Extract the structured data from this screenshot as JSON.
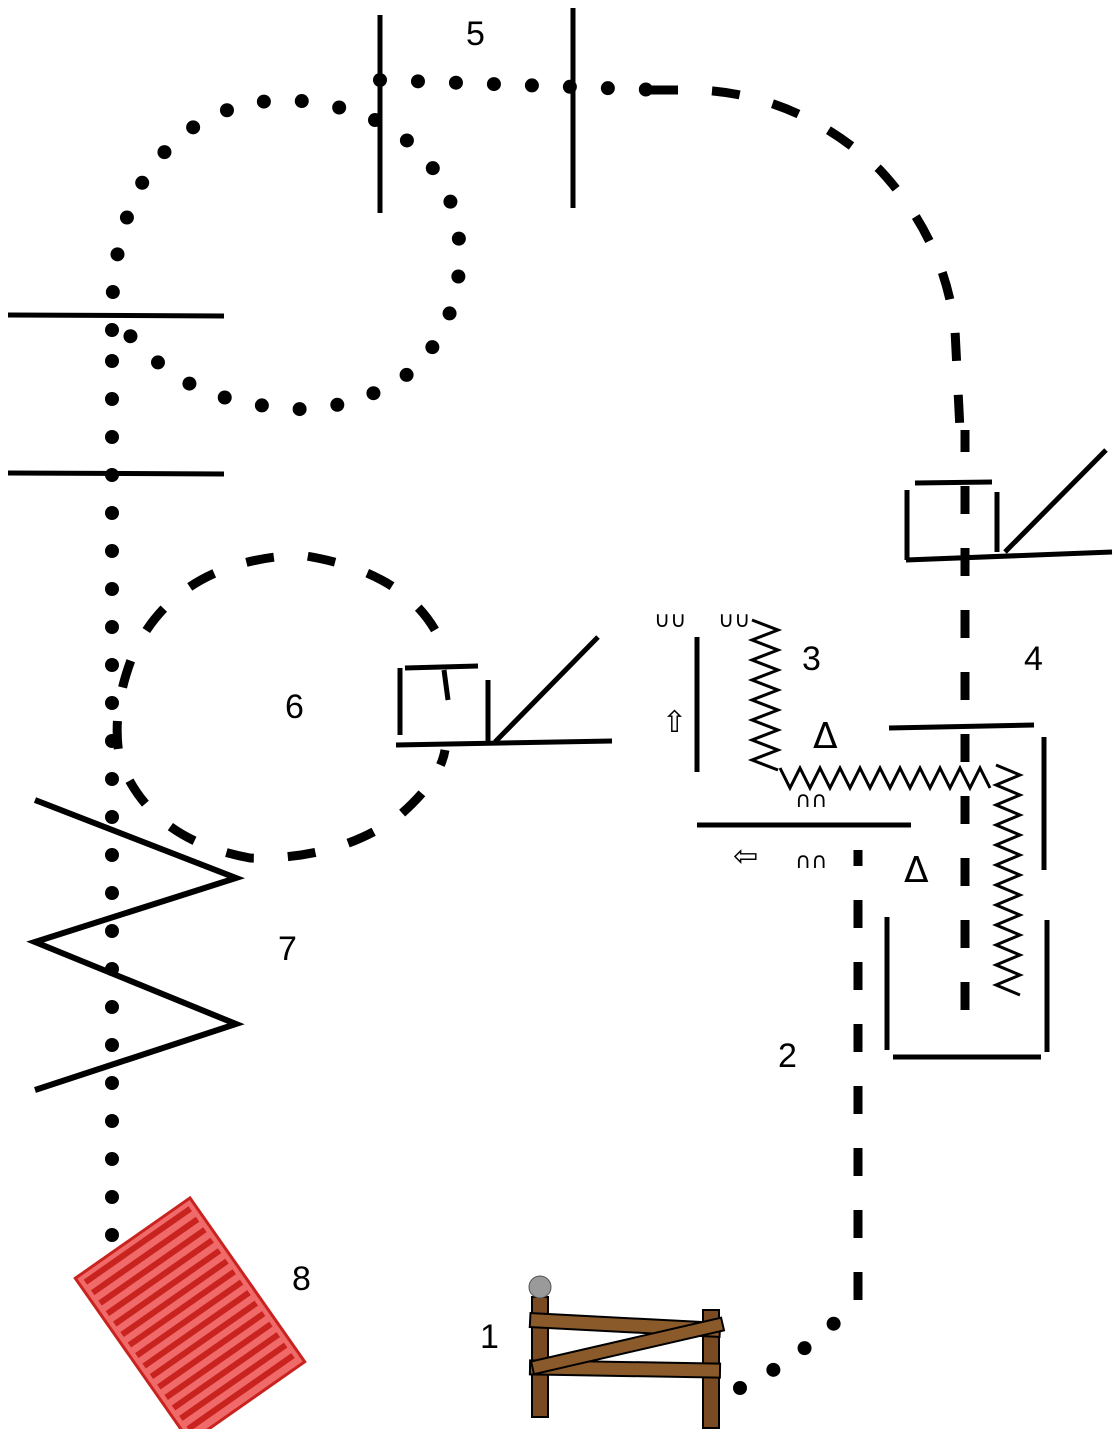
{
  "obstacles": [
    {
      "number": "1",
      "kind": "gate"
    },
    {
      "number": "2",
      "kind": "path"
    },
    {
      "number": "3",
      "kind": "l-shaped-backup"
    },
    {
      "number": "4",
      "kind": "box-with-gate"
    },
    {
      "number": "5",
      "kind": "ground-poles"
    },
    {
      "number": "6",
      "kind": "gate"
    },
    {
      "number": "7",
      "kind": "zigzag-poles"
    },
    {
      "number": "8",
      "kind": "bridge"
    }
  ],
  "markers": {
    "cone_symbol": "Δ",
    "hoof_symbol": "∩∩",
    "hoof_symbol_up": "∪∪",
    "arrow_up": "⇧",
    "arrow_left": "⇦"
  },
  "colors": {
    "ink": "#000000",
    "gate_wood": "#8a5a2b",
    "gate_post": "#7a4a22",
    "bridge_fill": "#f06a6a",
    "bridge_slat": "#c9231f",
    "mounting_block": "#9a9a9a"
  },
  "legend": {
    "line_styles": [
      "dotted",
      "dashed"
    ]
  }
}
